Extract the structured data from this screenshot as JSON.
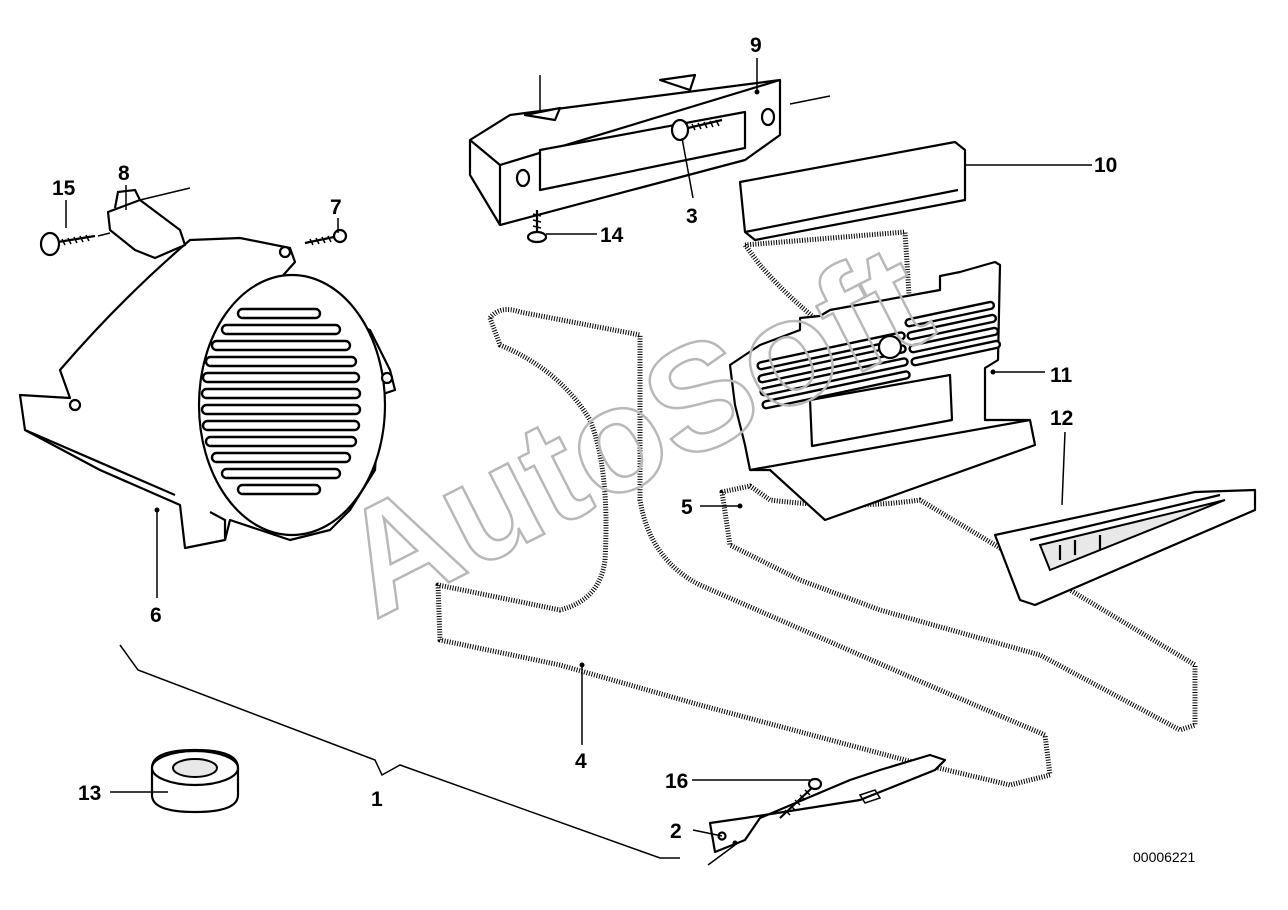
{
  "diagram": {
    "watermark": "AutoSoft",
    "reference_number": "00006221",
    "part_numbers": [
      "1",
      "2",
      "3",
      "4",
      "5",
      "6",
      "7",
      "8",
      "9",
      "10",
      "11",
      "12",
      "13",
      "14",
      "15",
      "16"
    ]
  }
}
